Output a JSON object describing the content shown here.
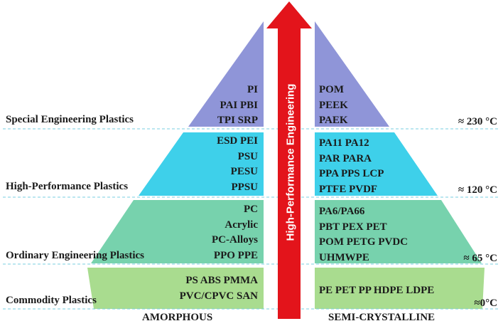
{
  "tiers": {
    "special": "Special Engineering Plastics",
    "high": "High-Performance Plastics",
    "ordinary": "Ordinary Engineering Plastics",
    "commodity": "Commodity Plastics"
  },
  "temperatures": {
    "t230": "≈ 230 °C",
    "t120": "≈ 120 °C",
    "t65": "≈ 65 °C",
    "t0": "≈0°C"
  },
  "amorphous": {
    "special": [
      "PI",
      "PAI PBI",
      "TPI SRP"
    ],
    "high": [
      "ESD PEI",
      "PSU",
      "PESU",
      "PPSU"
    ],
    "ordinary": [
      "PC",
      "Acrylic",
      "PC-Alloys",
      "PPO PPE"
    ],
    "commodity": [
      "PS ABS PMMA",
      "PVC/CPVC SAN"
    ]
  },
  "semicrystalline": {
    "special": [
      "POM",
      "PEEK",
      "PAEK"
    ],
    "high": [
      "PA11 PA12",
      "PAR PARA",
      "PPA PPS LCP",
      "PTFE PVDF"
    ],
    "ordinary": [
      "PA6/PA66",
      "PBT PEX PET",
      "POM PETG PVDC",
      "UHMWPE"
    ],
    "commodity": [
      "PE PET PP HDPE LDPE"
    ]
  },
  "bottom_labels": {
    "left": "AMORPHOUS",
    "right": "SEMI-CRYSTALLINE"
  },
  "arrow_label": "High-Performance Engineering",
  "colors": {
    "special": "#8f95d8",
    "high": "#3ed0ea",
    "ordinary": "#77d2ad",
    "commodity": "#a9dc8f",
    "arrow": "#e3141b",
    "dashed_line": "#79cfe0"
  }
}
